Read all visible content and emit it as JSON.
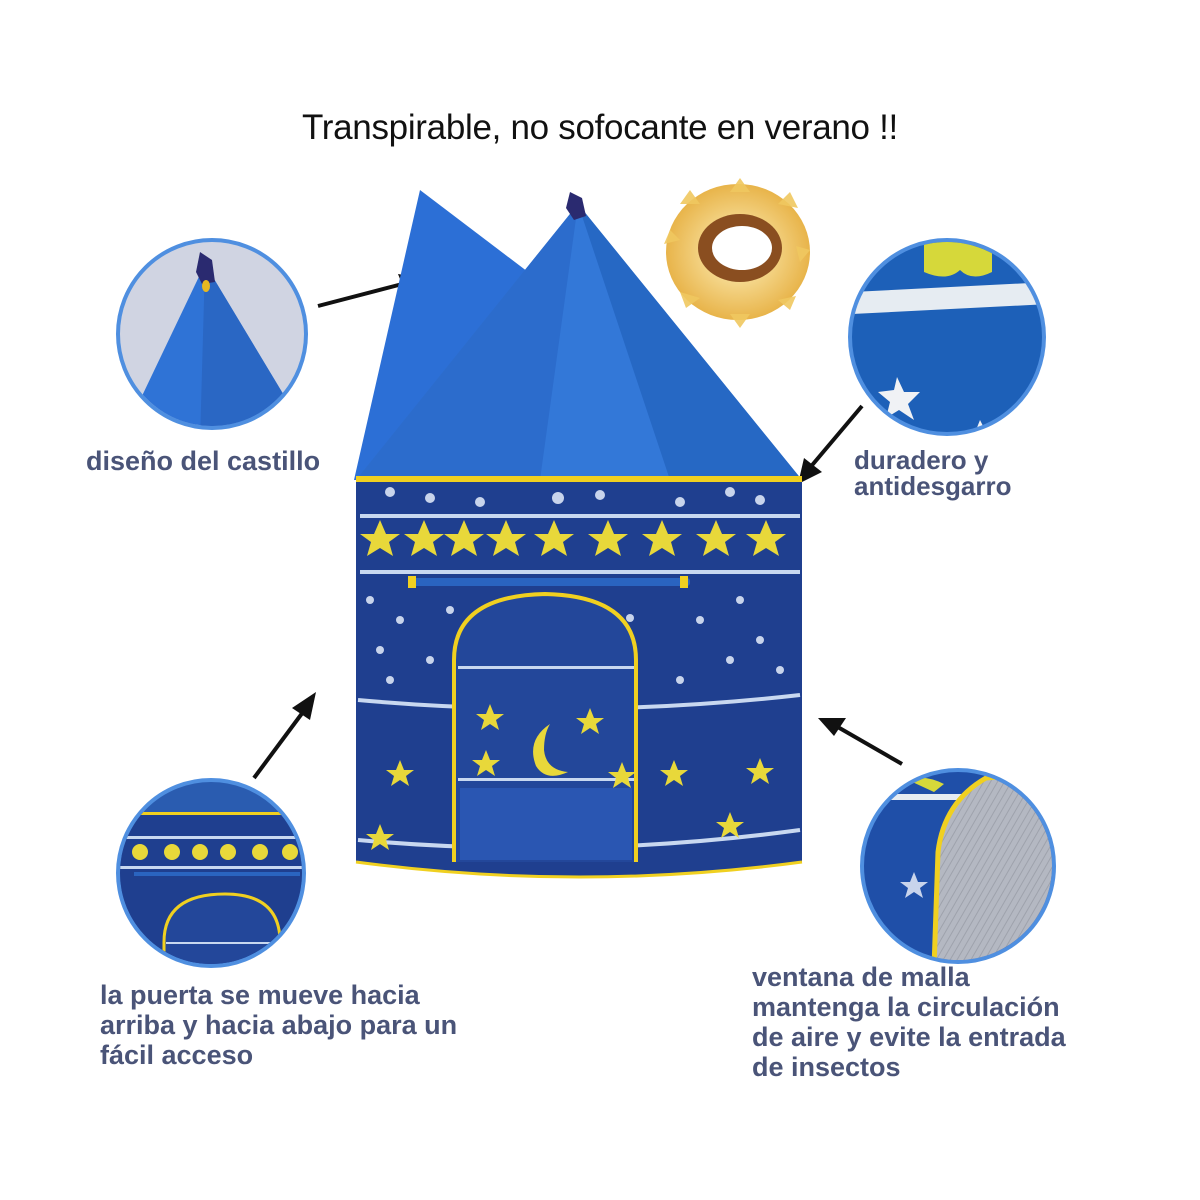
{
  "headline": "Transpirable, no sofocante en verano !!",
  "captions": {
    "castle_design": "diseño del castillo",
    "durable_line1": "duradero y",
    "durable_line2": "antidesgarro",
    "door_line1": "la puerta se mueve hacia",
    "door_line2": "arriba y hacia abajo para un",
    "door_line3": "fácil acceso",
    "mesh_line1": "ventana de malla",
    "mesh_line2": "mantenga la circulación",
    "mesh_line3": "de aire y evite la entrada",
    "mesh_line4": "de insectos"
  },
  "colors": {
    "caption_text": "#4a5478",
    "roof_blue": "#2f6fd0",
    "body_navy": "#1f3f8f",
    "star_yellow": "#e8d83a",
    "trim_yellow": "#f0d020",
    "circle_border": "#4f8fe0"
  },
  "icons": [
    "arrow-icon",
    "star-light-string-icon",
    "moon-icon",
    "star-icon"
  ]
}
